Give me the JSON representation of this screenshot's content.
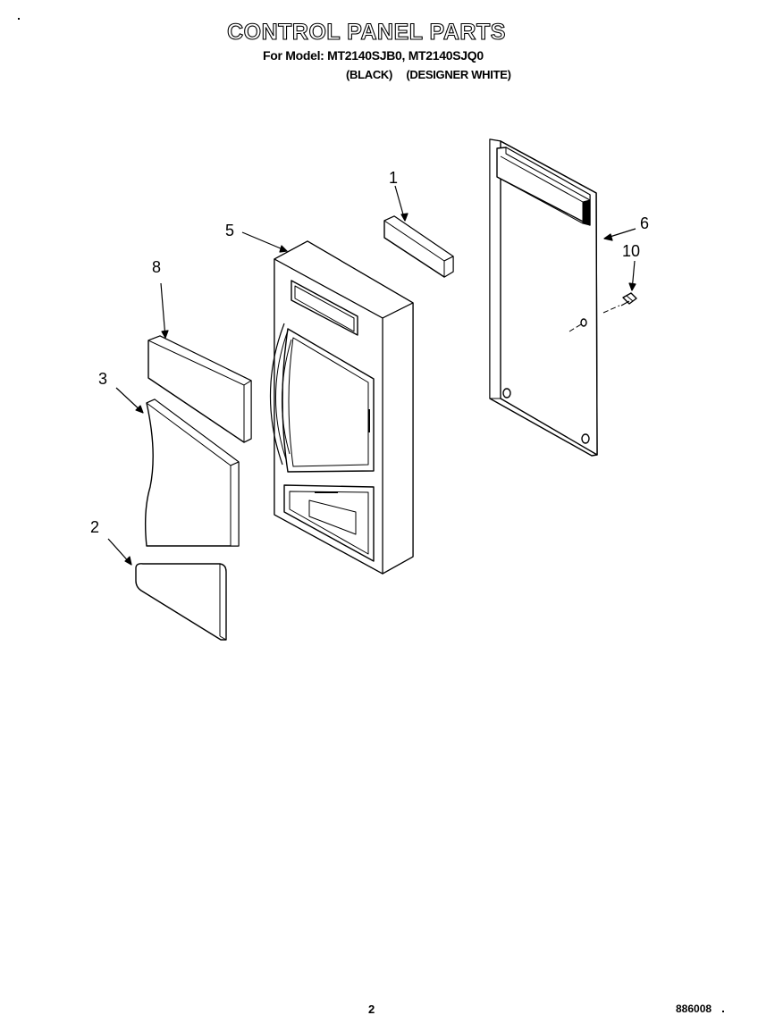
{
  "header": {
    "title": "CONTROL PANEL PARTS",
    "model_line": "For Model: MT2140SJB0, MT2140SJQ0",
    "color_black": "(BLACK)",
    "color_white": "(DESIGNER WHITE)"
  },
  "callouts": {
    "part_1": "1",
    "part_2": "2",
    "part_3": "3",
    "part_5": "5",
    "part_6": "6",
    "part_8": "8",
    "part_10": "10"
  },
  "footer": {
    "page_number": "2",
    "doc_code": "886008"
  }
}
